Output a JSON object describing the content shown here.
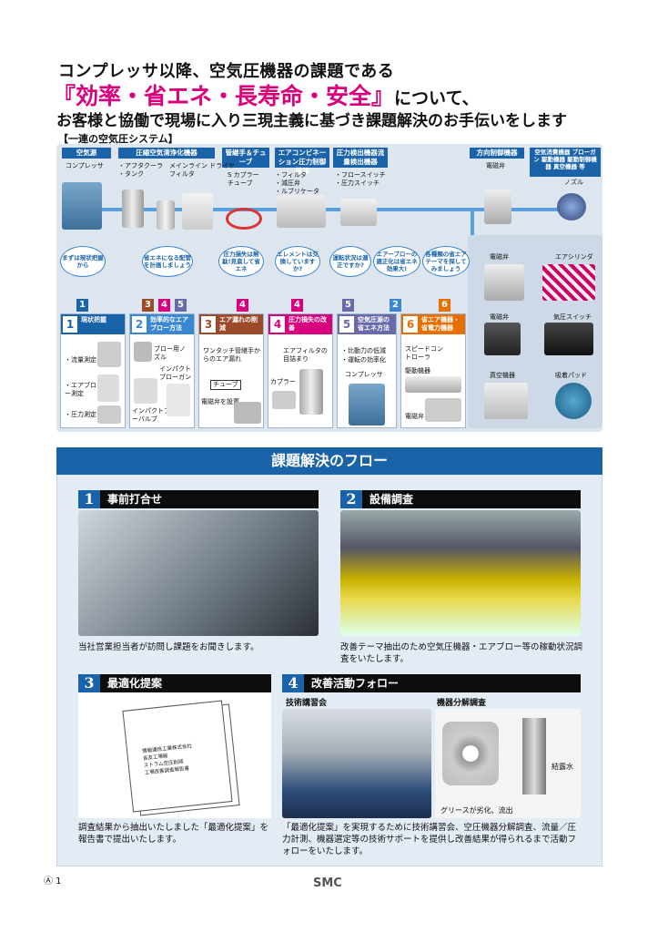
{
  "header": {
    "line1": "コンプレッサ以降、空気圧機器の課題である",
    "line2_red": "『効率・省エネ・長寿命・安全』",
    "line2_tail": "について、",
    "line3": "お客様と協働で現場に入り三現主義に基づき課題解決のお手伝いをします"
  },
  "system": {
    "title": "【一連の空気圧システム】",
    "tags": [
      "空気源",
      "圧縮空気清浄化機器",
      "管継手＆チューブ",
      "エアコンビネーション圧力制御機器",
      "圧力検出機器流量検出機器",
      "方向制御機器",
      "空気消費機器 ブローガン 駆動機器 駆動制御機器 真空機器 等"
    ],
    "subs": {
      "compressor": "コンプレッサ",
      "clean": "・アフタクーラ　メインライン ドライヤ\n・タンク　　　　フィルタ",
      "fitting": "S カプラー\nチューブ",
      "combo": "・フィルタ\n・減圧弁\n・ルブリケータ",
      "sensor": "・フロースイッチ\n・圧力スイッチ",
      "valve": "電磁弁",
      "nozzle": "ノズル",
      "valve2": "電磁弁",
      "cyl": "エアシリンダ",
      "valve3": "電磁弁",
      "psw": "気圧スイッチ",
      "vac": "真空機器",
      "pad": "吸着パッド"
    },
    "bubbles": [
      "まずは現状把握から",
      "省エネになる配管を計画しましょう",
      "圧力損失は無駄!見直して省エネ",
      "エレメントは交換していますか?",
      "運転状況は適正ですか?",
      "エアーブローの適正化は省エネ効果大!",
      "各種類の省エアテーマを探してみましょう"
    ],
    "nums": [
      "1",
      "3",
      "4",
      "5",
      "4",
      "4",
      "5",
      "2",
      "6"
    ]
  },
  "panels": [
    {
      "n": "1",
      "title": "現状把握",
      "items": [
        "・流量測定",
        "・エアブロー測定",
        "・圧力測定"
      ]
    },
    {
      "n": "2",
      "title": "効率的なエアブロー方法",
      "items": [
        "ブロー用ノズル",
        "インパクトブローガン",
        "インパクトブローバルブ"
      ]
    },
    {
      "n": "3",
      "title": "エア漏れの削減",
      "items": [
        "ワンタッチ管継手からのエア漏れ",
        "チューブ",
        "電磁弁を設置"
      ]
    },
    {
      "n": "4",
      "title": "圧力損失の改善",
      "items": [
        "エアフィルタの目詰まり",
        "カプラー"
      ]
    },
    {
      "n": "5",
      "title": "空気圧源の省エネ方法",
      "items": [
        "・比動力の低減",
        "・運転の効率化",
        "コンプレッサ"
      ]
    },
    {
      "n": "6",
      "title": "省エア機器・省電力機器",
      "items": [
        "スピードコントローラ",
        "駆動機器",
        "電磁弁"
      ]
    }
  ],
  "flow": {
    "title": "課題解決のフロー",
    "steps": [
      {
        "n": "1",
        "title": "事前打合せ",
        "desc": "当社営業担当者が訪問し課題をお聞きします。"
      },
      {
        "n": "2",
        "title": "設備調査",
        "desc": "改善テーマ抽出のため空気圧機器・エアブロー等の稼動状況調査をいたします。"
      },
      {
        "n": "3",
        "title": "最適化提案",
        "desc": "調査結果から抽出いたしました「最適化提案」を報告書で提出いたします。"
      },
      {
        "n": "4",
        "title": "改善活動フォロー",
        "desc": "「最適化提案」を実現するために技術講習会、空圧機器分解調査、流量／圧力計測、機器選定等の技術サポートを提供し改善結果が得られるまで活動フォローをいたします。"
      }
    ],
    "sub4a": "技術講習会",
    "sub4b": "機器分解調査",
    "dew": "結露水",
    "grease": "グリースが劣化、流出",
    "doc": [
      "情報通信工業株式会社",
      "吉友工場殿",
      "ストラム空圧削減",
      "工場改善調査報告書"
    ]
  },
  "footer": {
    "page": "Ⓐ 1",
    "brand": "SMC"
  },
  "colors": {
    "accent": "#1a63a8",
    "magenta": "#d9007e"
  }
}
